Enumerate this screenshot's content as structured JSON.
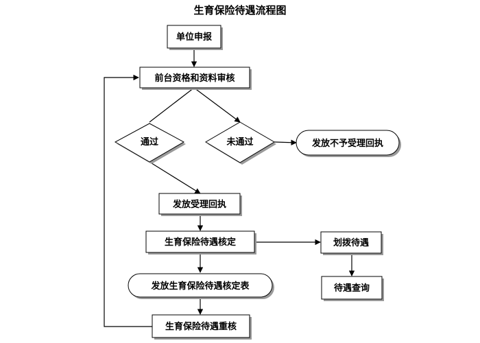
{
  "diagram": {
    "title": "生育保险待遇流程图",
    "nodes": {
      "unit_report": "单位申报",
      "front_review": "前台资格和资料审核",
      "passed": "通过",
      "not_passed": "未通过",
      "issue_rejection_receipt": "发放不予受理回执",
      "issue_acceptance_receipt": "发放受理回执",
      "benefit_approval": "生育保险待遇核定",
      "allocate_benefit": "划拨待遇",
      "issue_approval_form": "发放生育保险待遇核定表",
      "benefit_query": "待遇查询",
      "benefit_recheck": "生育保险待遇重核"
    }
  }
}
